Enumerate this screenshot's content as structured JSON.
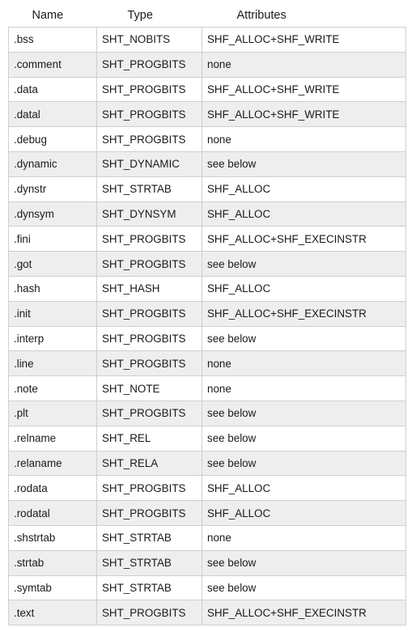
{
  "table": {
    "headers": {
      "name": "Name",
      "type": "Type",
      "attributes": "Attributes"
    },
    "rows": [
      {
        "name": ".bss",
        "type": "SHT_NOBITS",
        "attributes": "SHF_ALLOC+SHF_WRITE"
      },
      {
        "name": ".comment",
        "type": "SHT_PROGBITS",
        "attributes": "none"
      },
      {
        "name": ".data",
        "type": "SHT_PROGBITS",
        "attributes": "SHF_ALLOC+SHF_WRITE"
      },
      {
        "name": ".datal",
        "type": "SHT_PROGBITS",
        "attributes": "SHF_ALLOC+SHF_WRITE"
      },
      {
        "name": ".debug",
        "type": "SHT_PROGBITS",
        "attributes": "none"
      },
      {
        "name": ".dynamic",
        "type": "SHT_DYNAMIC",
        "attributes": "see below"
      },
      {
        "name": ".dynstr",
        "type": "SHT_STRTAB",
        "attributes": "SHF_ALLOC"
      },
      {
        "name": ".dynsym",
        "type": "SHT_DYNSYM",
        "attributes": "SHF_ALLOC"
      },
      {
        "name": ".fini",
        "type": "SHT_PROGBITS",
        "attributes": "SHF_ALLOC+SHF_EXECINSTR"
      },
      {
        "name": ".got",
        "type": "SHT_PROGBITS",
        "attributes": "see below"
      },
      {
        "name": ".hash",
        "type": "SHT_HASH",
        "attributes": "SHF_ALLOC"
      },
      {
        "name": ".init",
        "type": "SHT_PROGBITS",
        "attributes": "SHF_ALLOC+SHF_EXECINSTR"
      },
      {
        "name": ".interp",
        "type": "SHT_PROGBITS",
        "attributes": "see below"
      },
      {
        "name": ".line",
        "type": "SHT_PROGBITS",
        "attributes": "none"
      },
      {
        "name": ".note",
        "type": "SHT_NOTE",
        "attributes": "none"
      },
      {
        "name": ".plt",
        "type": "SHT_PROGBITS",
        "attributes": "see below"
      },
      {
        "name": ".relname",
        "type": "SHT_REL",
        "attributes": "see below"
      },
      {
        "name": ".relaname",
        "type": "SHT_RELA",
        "attributes": "see below"
      },
      {
        "name": ".rodata",
        "type": "SHT_PROGBITS",
        "attributes": "SHF_ALLOC"
      },
      {
        "name": ".rodatal",
        "type": "SHT_PROGBITS",
        "attributes": "SHF_ALLOC"
      },
      {
        "name": ".shstrtab",
        "type": "SHT_STRTAB",
        "attributes": "none"
      },
      {
        "name": ".strtab",
        "type": "SHT_STRTAB",
        "attributes": "see below"
      },
      {
        "name": ".symtab",
        "type": "SHT_STRTAB",
        "attributes": "see below"
      },
      {
        "name": ".text",
        "type": "SHT_PROGBITS",
        "attributes": "SHF_ALLOC+SHF_EXECINSTR"
      }
    ]
  }
}
